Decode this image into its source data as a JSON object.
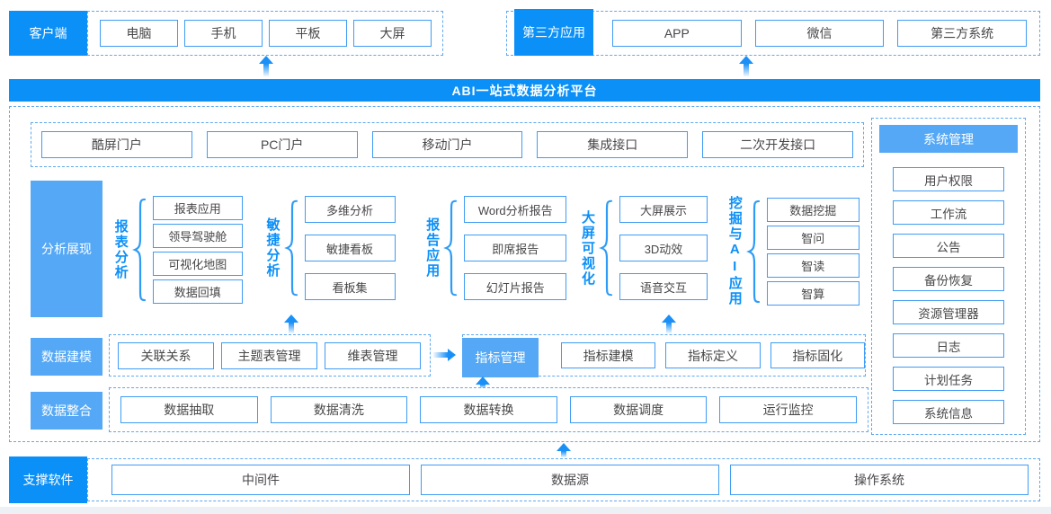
{
  "colors": {
    "primary": "#0b90f7",
    "secondary": "#55a8f5",
    "box_border": "#3f9cf3",
    "dashed_border": "#60a9ef",
    "text": "#474747"
  },
  "top": {
    "clients": {
      "label": "客户端",
      "items": [
        "电脑",
        "手机",
        "平板",
        "大屏"
      ]
    },
    "third_party": {
      "label": "第三方应用",
      "items": [
        "APP",
        "微信",
        "第三方系统"
      ]
    }
  },
  "banner": {
    "title": "ABI一站式数据分析平台"
  },
  "portals": {
    "items": [
      "酷屏门户",
      "PC门户",
      "移动门户",
      "集成接口",
      "二次开发接口"
    ]
  },
  "analysis": {
    "label": "分析展现",
    "groups": [
      {
        "name": "报表分析",
        "items": [
          "报表应用",
          "领导驾驶舱",
          "可视化地图",
          "数据回填"
        ]
      },
      {
        "name": "敏捷分析",
        "items": [
          "多维分析",
          "敏捷看板",
          "看板集"
        ]
      },
      {
        "name": "报告应用",
        "items": [
          "Word分析报告",
          "即席报告",
          "幻灯片报告"
        ]
      },
      {
        "name": "大屏可视化",
        "items": [
          "大屏展示",
          "3D动效",
          "语音交互"
        ]
      },
      {
        "name": "挖掘与AI应用",
        "items": [
          "数据挖掘",
          "智问",
          "智读",
          "智算"
        ]
      }
    ]
  },
  "modeling": {
    "label": "数据建模",
    "left_items": [
      "关联关系",
      "主题表管理",
      "维表管理"
    ],
    "highlight": "指标管理",
    "right_items": [
      "指标建模",
      "指标定义",
      "指标固化"
    ]
  },
  "integration": {
    "label": "数据整合",
    "items": [
      "数据抽取",
      "数据清洗",
      "数据转换",
      "数据调度",
      "运行监控"
    ]
  },
  "system": {
    "label": "系统管理",
    "items": [
      "用户权限",
      "工作流",
      "公告",
      "备份恢复",
      "资源管理器",
      "日志",
      "计划任务",
      "系统信息"
    ]
  },
  "support": {
    "label": "支撑软件",
    "items": [
      "中间件",
      "数据源",
      "操作系统"
    ]
  }
}
